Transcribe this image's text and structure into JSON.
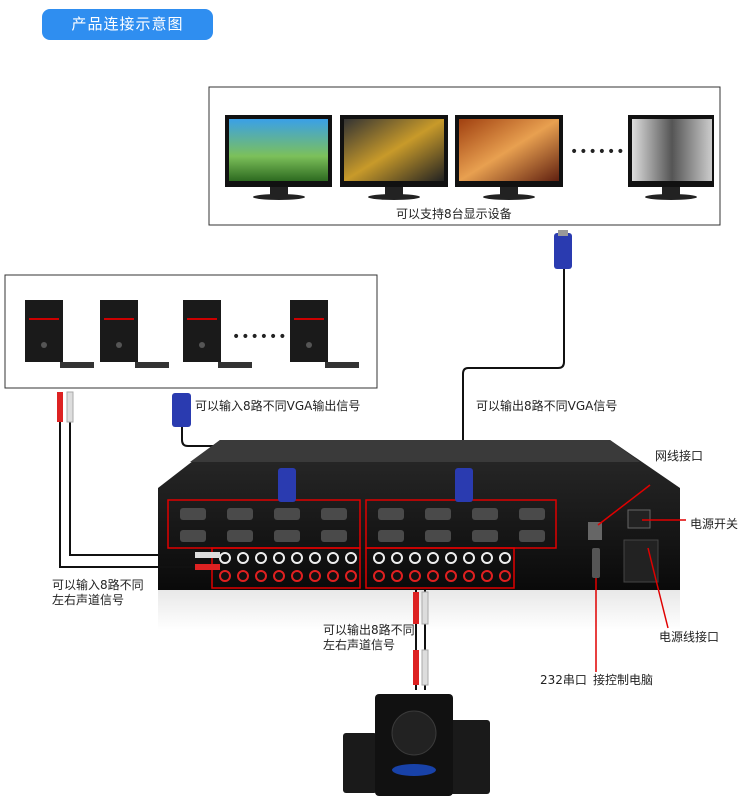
{
  "title": "产品连接示意图",
  "displays": {
    "caption": "可以支持8台显示设备",
    "count_shown": 4,
    "ellipsis": "••••••"
  },
  "computers": {
    "count_shown": 4,
    "ellipsis": "••••••"
  },
  "labels": {
    "vga_input": "可以输入8路不同VGA输出信号",
    "vga_output": "可以输出8路不同VGA信号",
    "network_port": "网线接口",
    "power_switch": "电源开关",
    "power_port": "电源线接口",
    "serial_port": "232串口",
    "control_pc": "接控制电脑",
    "audio_input_line1": "可以输入8路不同",
    "audio_input_line2": "左右声道信号",
    "audio_output_line1": "可以输出8路不同",
    "audio_output_line2": "左右声道信号"
  },
  "colors": {
    "accent": "#2f8ef0",
    "highlight": "#e00000",
    "vga_blue": "#2a3bb0"
  }
}
